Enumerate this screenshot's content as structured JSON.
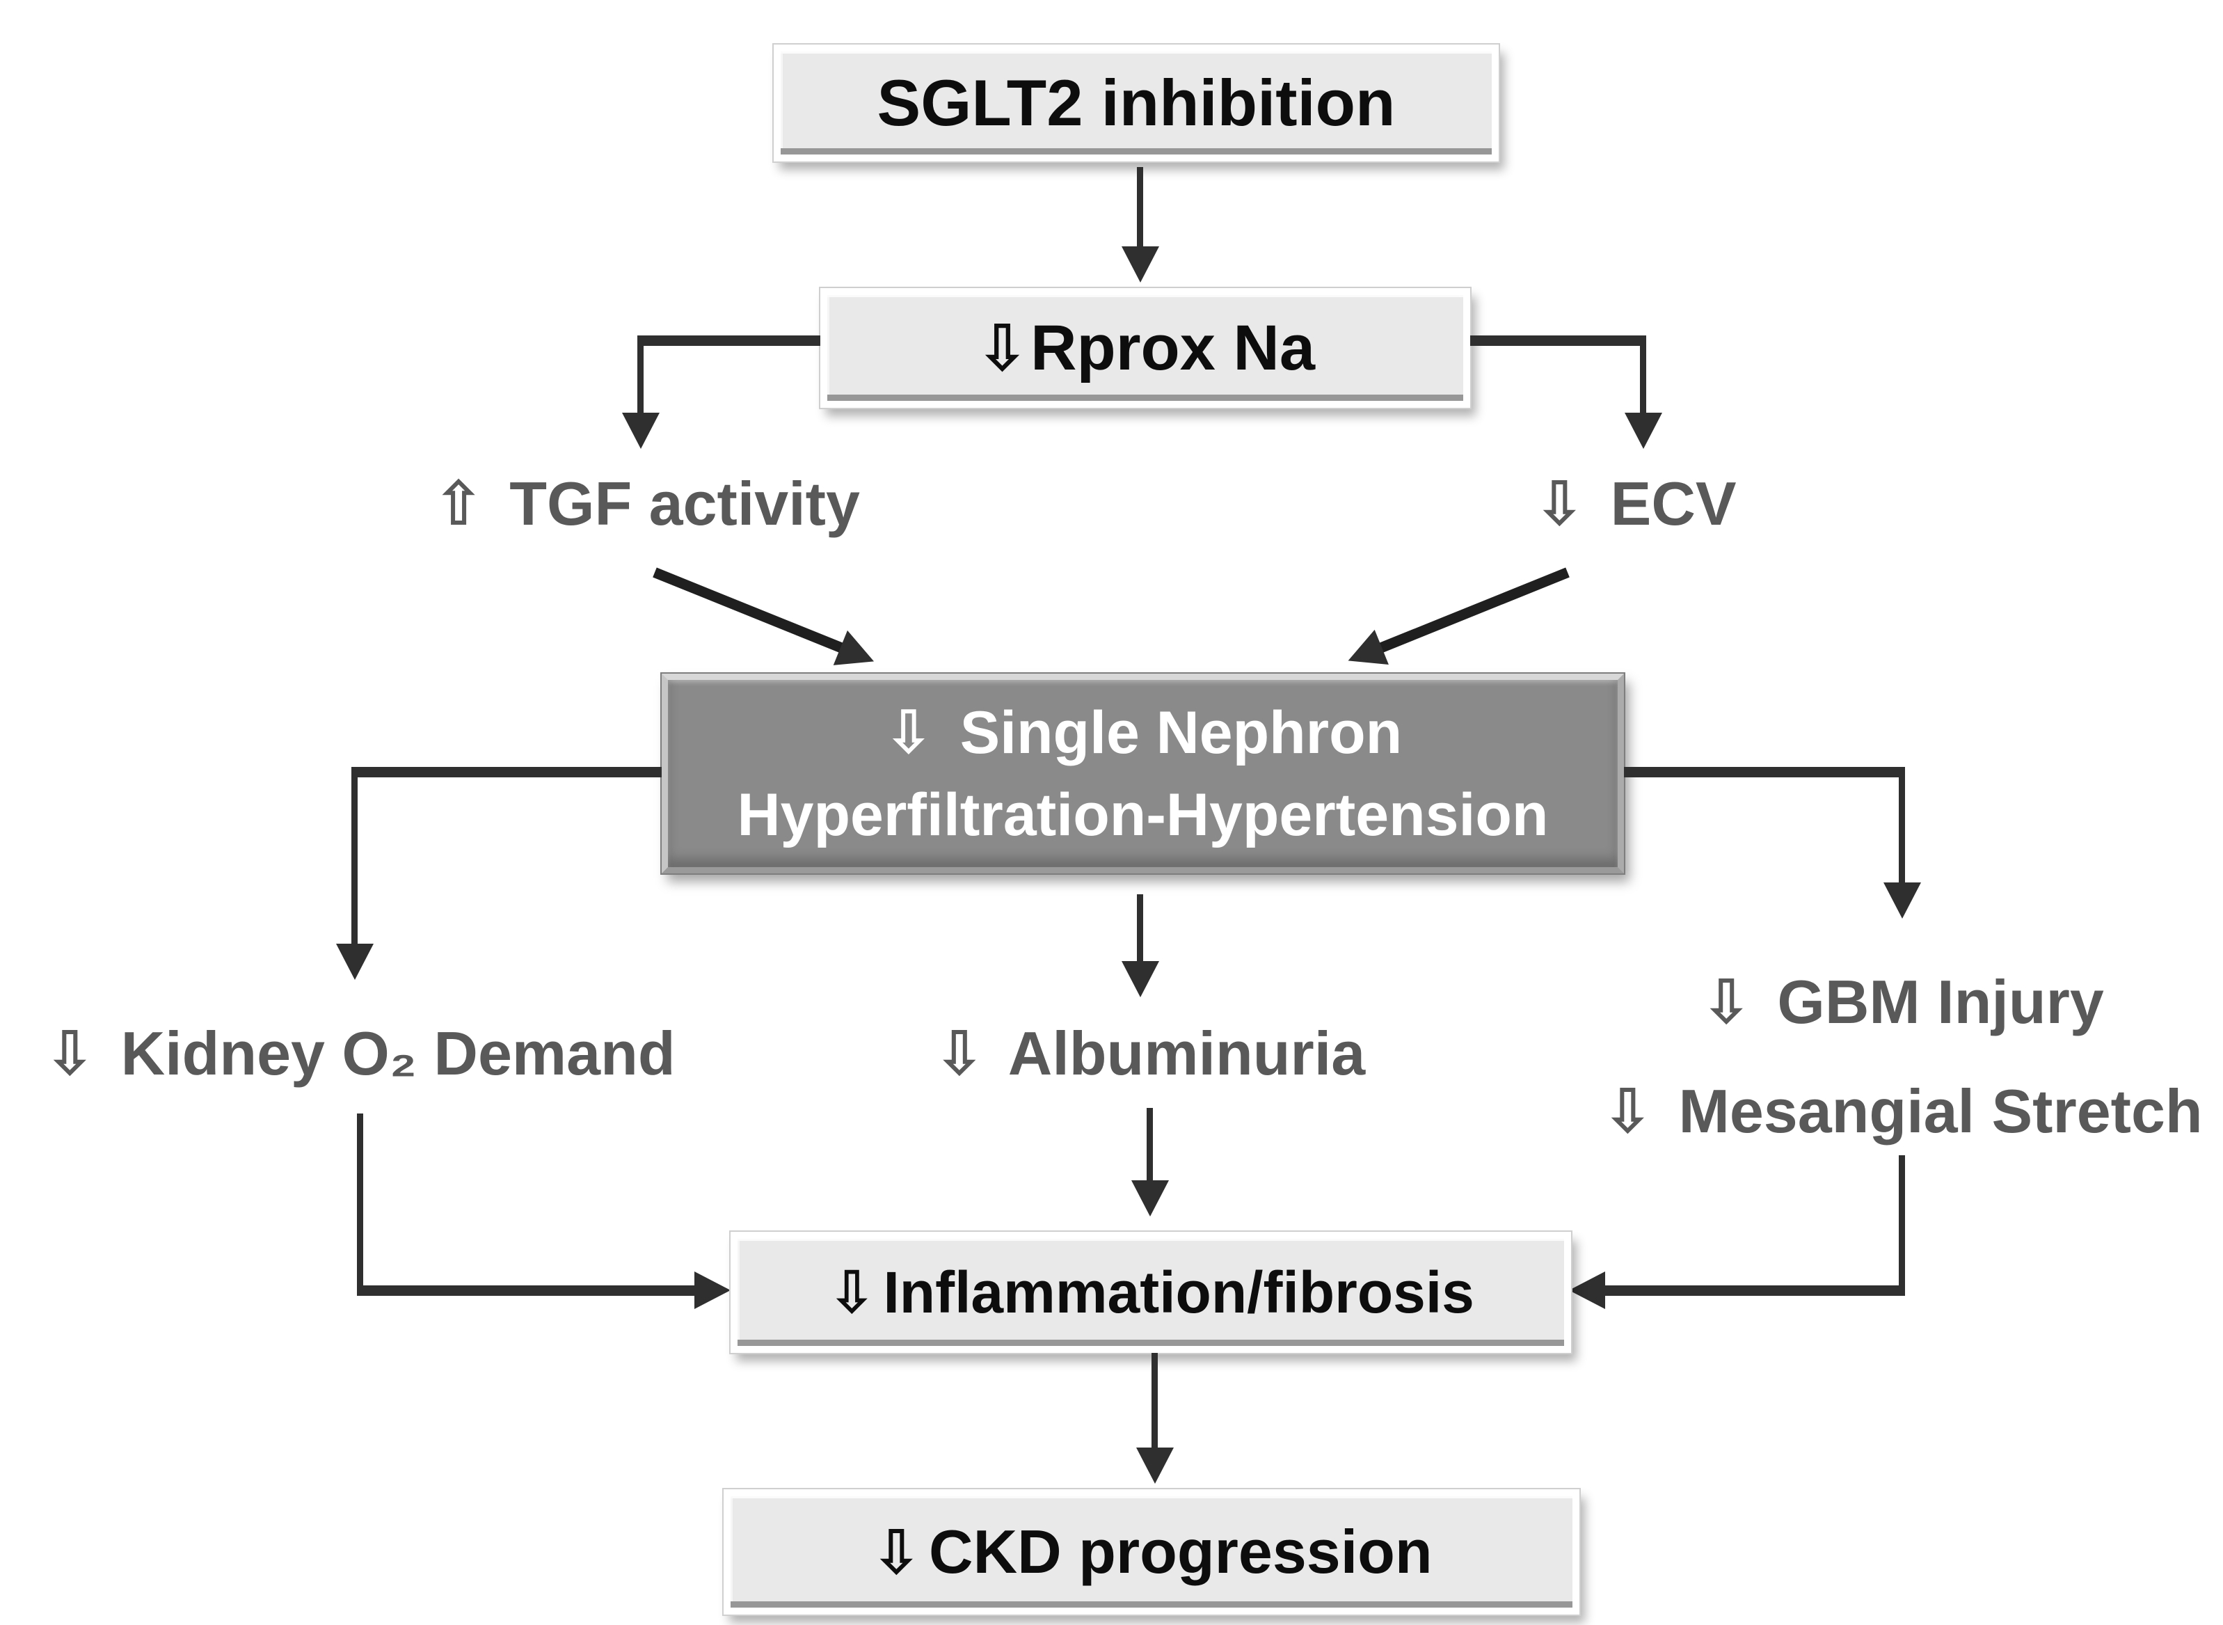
{
  "diagram": {
    "nodes": {
      "sglt2": {
        "text": "SGLT2 inhibition"
      },
      "rprox": {
        "arrow": "⇩",
        "text": "Rprox Na"
      },
      "tgf": {
        "arrow": "⇧",
        "text": "TGF activity"
      },
      "ecv": {
        "arrow": "⇩",
        "text": "ECV"
      },
      "central": {
        "arrow": "⇩",
        "line1": "Single Nephron",
        "line2": "Hyperfiltration-Hypertension"
      },
      "kidney": {
        "arrow": "⇩",
        "text": "Kidney O₂ Demand"
      },
      "albuminuria": {
        "arrow": "⇩",
        "text": "Albuminuria"
      },
      "gbm": {
        "arrow": "⇩",
        "text": "GBM Injury"
      },
      "mesangial": {
        "arrow": "⇩",
        "text": "Mesangial Stretch"
      },
      "inflammation": {
        "arrow": "⇩",
        "text": "Inflammation/fibrosis"
      },
      "ckd": {
        "arrow": "⇩",
        "text": "CKD progression"
      }
    },
    "colors": {
      "light_box_fill": "#e9e9e9",
      "dark_box_fill": "#8a8a8a",
      "label_text": "#595959",
      "connector": "#2f2f2f",
      "background": "#ffffff"
    }
  }
}
